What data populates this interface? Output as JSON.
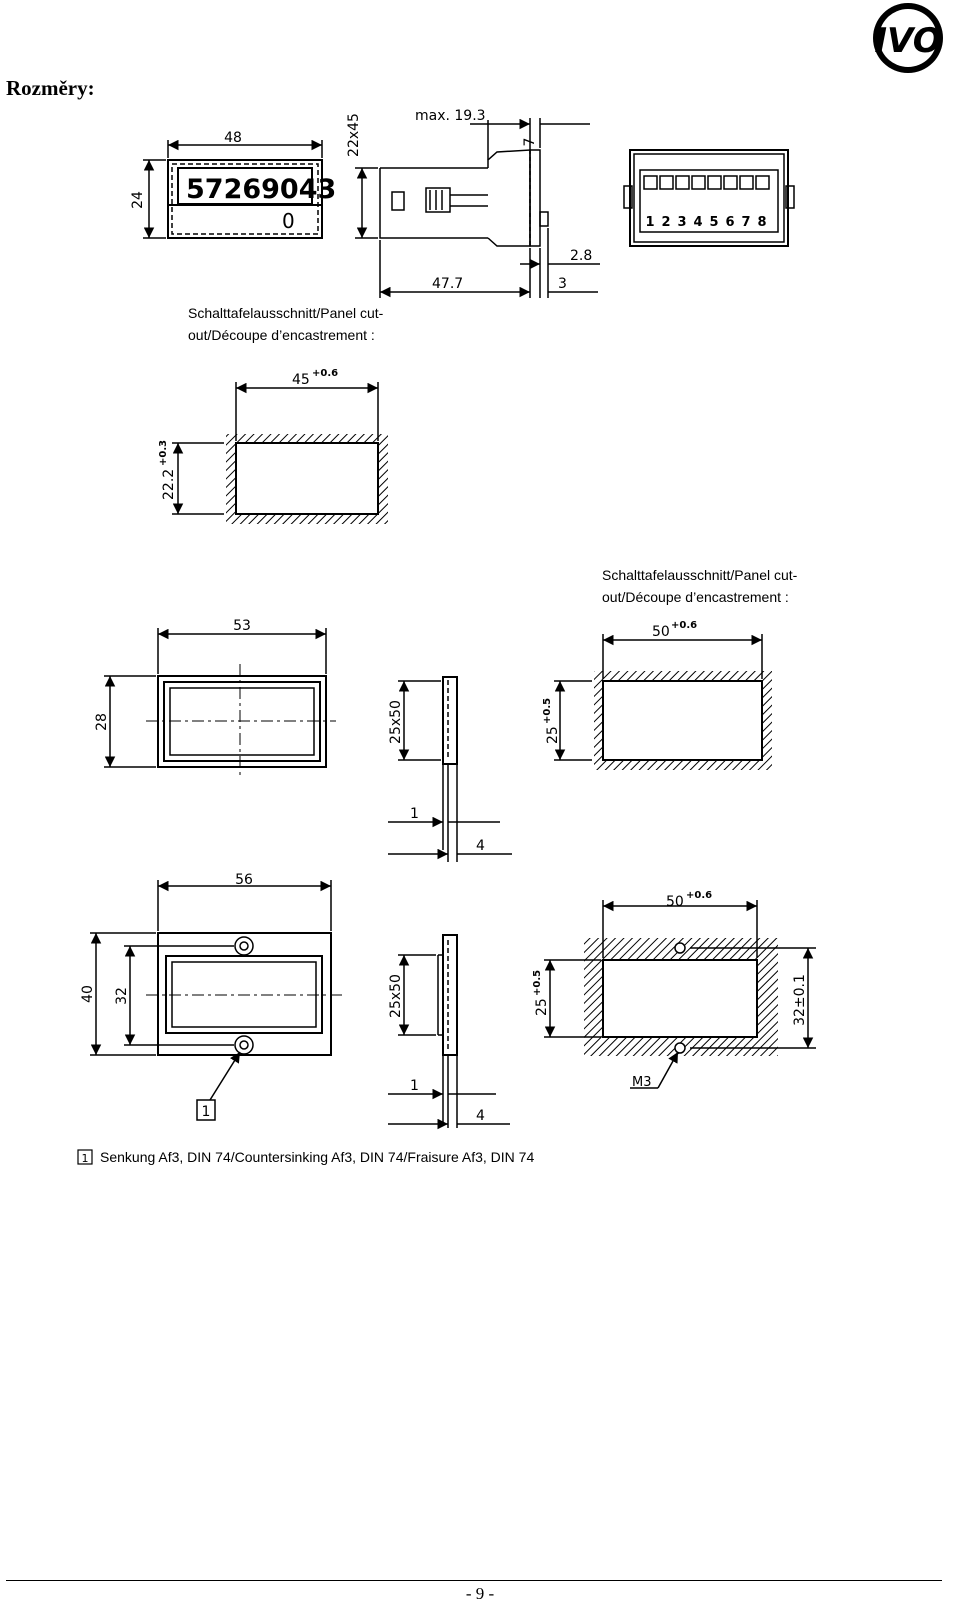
{
  "heading": "Rozměry:",
  "page_number": "- 9 -",
  "logo_text": "IVO",
  "colors": {
    "ink": "#000000",
    "paper": "#ffffff"
  },
  "variant1": {
    "display_digits": "57269043",
    "display_sub": "0",
    "terminal_numbers": [
      "1",
      "2",
      "3",
      "4",
      "5",
      "6",
      "7",
      "8"
    ],
    "dims": {
      "width": "48",
      "height": "24",
      "front": "22x45",
      "depth_max": "max. 19.3",
      "d7": "7",
      "d28": "2.8",
      "d477": "47.7",
      "d3": "3"
    },
    "cutout_caption_1": "Schalttafelausschnitt/Panel cut-",
    "cutout_caption_2": "out/Découpe d’encastrement :",
    "cutout_w": "45",
    "cutout_w_tol": "+0.6",
    "cutout_h": "22.2",
    "cutout_h_tol": "+0.3"
  },
  "variant2": {
    "cutout_caption_1": "Schalttafelausschnitt/Panel cut-",
    "cutout_caption_2": "out/Découpe d’encastrement :",
    "front_w": "53",
    "front_h": "28",
    "window": "25x50",
    "thick1": "1",
    "thick4": "4",
    "cutout_w": "50",
    "cutout_w_tol": "+0.6",
    "cutout_h": "25",
    "cutout_h_tol": "+0.5"
  },
  "variant3": {
    "front_w": "56",
    "front_h": "40",
    "hole_spacing": "32",
    "window": "25x50",
    "thick1": "1",
    "thick4": "4",
    "cutout_w": "50",
    "cutout_w_tol": "+0.6",
    "cutout_h": "25",
    "cutout_h_tol": "+0.5",
    "hole_dist": "32±0.1",
    "screw": "M3",
    "callout": "1"
  },
  "note": {
    "marker": "1",
    "text": "Senkung Af3, DIN 74/Countersinking Af3, DIN 74/Fraisure Af3, DIN 74"
  }
}
